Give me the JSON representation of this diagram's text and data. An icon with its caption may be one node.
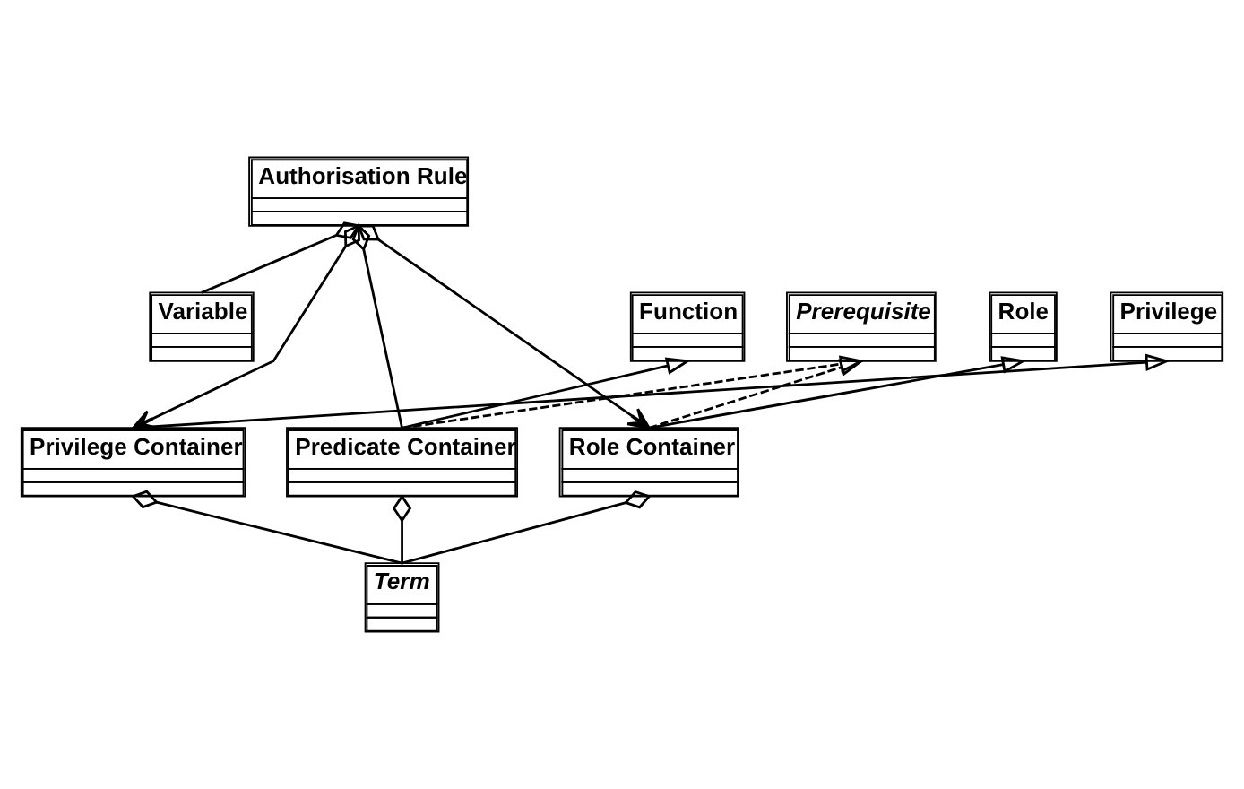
{
  "diagram": {
    "nodes": [
      {
        "text": [
          "Authorisation Rule"
        ]
      },
      {
        "text": [
          "Variable"
        ]
      },
      {
        "text": [
          "Privilege"
        ]
      },
      {
        "text": [
          "Function"
        ]
      },
      {
        "text": [
          "Prerequisite"
        ]
      },
      {
        "text": [
          "Role"
        ]
      },
      {
        "text": [
          "Privilege Container"
        ]
      },
      {
        "text": [
          "Predicate Container"
        ]
      },
      {
        "text": [
          "Role Container"
        ]
      },
      {
        "text": [
          "Term"
        ]
      }
    ],
    "edges": [
      {
        "from": 0,
        "to": 1,
        "arrow": "other"
      },
      {
        "from": 0,
        "to": 6,
        "arrow": "to"
      },
      {
        "from": 0,
        "to": 7,
        "arrow": "other"
      },
      {
        "from": 0,
        "to": 8,
        "arrow": "to"
      },
      {
        "from": 6,
        "to": 2,
        "arrow": "to"
      },
      {
        "from": 7,
        "to": 3,
        "arrow": "to"
      },
      {
        "from": 7,
        "to": 4,
        "arrow": "to",
        "style": "dashed"
      },
      {
        "from": 8,
        "to": 4,
        "arrow": "to",
        "style": "dashed"
      },
      {
        "from": 8,
        "to": 5,
        "arrow": "to"
      },
      {
        "from": 6,
        "to": 9,
        "arrow": "other"
      },
      {
        "from": 7,
        "to": 9,
        "arrow": "other"
      },
      {
        "from": 8,
        "to": 9,
        "arrow": "other"
      }
    ]
  }
}
